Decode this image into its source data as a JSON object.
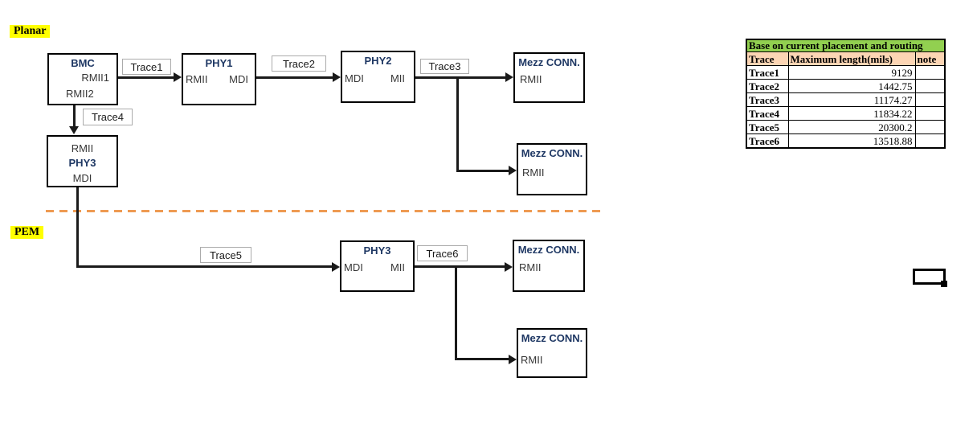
{
  "sections": {
    "planar": {
      "label": "Planar"
    },
    "pem": {
      "label": "PEM"
    }
  },
  "nodes": {
    "bmc": {
      "title": "BMC",
      "port_rmii1": "RMII1",
      "port_rmii2": "RMII2"
    },
    "phy1": {
      "title": "PHY1",
      "port_left": "RMII",
      "port_right": "MDI"
    },
    "phy2": {
      "title": "PHY2",
      "port_left": "MDI",
      "port_right": "MII"
    },
    "phy3_planar": {
      "port_top": "RMII",
      "title": "PHY3",
      "port_bottom": "MDI"
    },
    "phy3_pem": {
      "title": "PHY3",
      "port_left": "MDI",
      "port_right": "MII"
    },
    "mezz_conn_1": {
      "title": "Mezz CONN.",
      "port": "RMII"
    },
    "mezz_conn_2": {
      "title": "Mezz CONN.",
      "port": "RMII"
    },
    "mezz_conn_3": {
      "title": "Mezz CONN.",
      "port": "RMII"
    },
    "mezz_conn_4": {
      "title": "Mezz CONN.",
      "port": "RMII"
    }
  },
  "traces": {
    "trace1": "Trace1",
    "trace2": "Trace2",
    "trace3": "Trace3",
    "trace4": "Trace4",
    "trace5": "Trace5",
    "trace6": "Trace6"
  },
  "table": {
    "title": "Base on current placement and routing",
    "columns": [
      "Trace",
      "Maximum length(mils)",
      "note"
    ],
    "rows": [
      {
        "trace": "Trace1",
        "length": "9129",
        "note": ""
      },
      {
        "trace": "Trace2",
        "length": "1442.75",
        "note": ""
      },
      {
        "trace": "Trace3",
        "length": "11174.27",
        "note": ""
      },
      {
        "trace": "Trace4",
        "length": "11834.22",
        "note": ""
      },
      {
        "trace": "Trace5",
        "length": "20300.2",
        "note": ""
      },
      {
        "trace": "Trace6",
        "length": "13518.88",
        "note": ""
      }
    ]
  },
  "colors": {
    "node_title": "#1F3864",
    "port_text": "#363636",
    "highlight_yellow": "#FFFF00",
    "divider_orange": "#EE9A52",
    "table_title_bg": "#92D050",
    "table_header_bg": "#FCD5B4",
    "connector": "#1A1A1A"
  }
}
